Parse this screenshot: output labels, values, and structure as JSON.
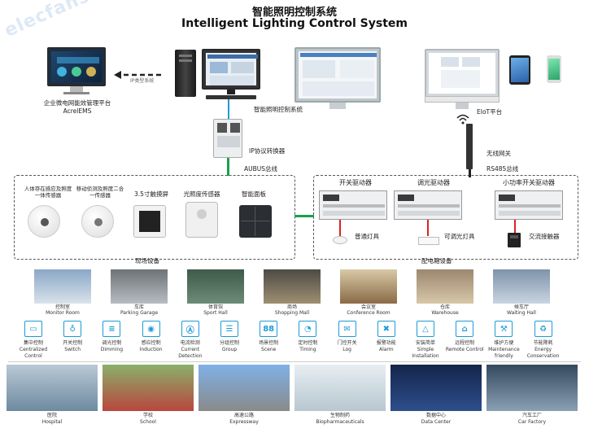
{
  "watermark": "elecfans.com",
  "title_cn": "智能照明控制系统",
  "title_en": "Intelligent Lighting Control System",
  "top": {
    "ems_label_cn": "企业微电网能效管理平台",
    "ems_label_en": "AcrelEMS",
    "arrow_label": "IP类型系统",
    "lighting_sw": "智能照明控制系统",
    "eiot": "EIoT平台",
    "ip_gateway": "IP协议转换器",
    "gateway": "无线网关",
    "aubus": "AUBUS总线",
    "rs485": "RS485总线"
  },
  "field": {
    "label": "现场设备",
    "devices": [
      {
        "name": "人体存在感应及照度一体传感器"
      },
      {
        "name": "移动侦测及照度二合一传感器"
      },
      {
        "name": "3.5寸触摸屏"
      },
      {
        "name": "光照度传感器"
      },
      {
        "name": "智能面板"
      }
    ]
  },
  "control": {
    "label": "配电箱设备",
    "modules": [
      {
        "name": "开关驱动器"
      },
      {
        "name": "调光驱动器"
      },
      {
        "name": "小功率开关驱动器"
      }
    ],
    "loads": [
      {
        "name": "普通灯具"
      },
      {
        "name": "可调光灯具"
      },
      {
        "name": "交流接触器"
      }
    ]
  },
  "scenes": [
    {
      "cn": "控制室",
      "en": "Monitor Room"
    },
    {
      "cn": "车库",
      "en": "Parking Garage"
    },
    {
      "cn": "体育馆",
      "en": "Sport Hall"
    },
    {
      "cn": "商场",
      "en": "Shopping Mall"
    },
    {
      "cn": "会议室",
      "en": "Conference Room"
    },
    {
      "cn": "仓库",
      "en": "Warehouse"
    },
    {
      "cn": "候车厅",
      "en": "Waiting Hall"
    }
  ],
  "features": [
    {
      "cn": "集中控制",
      "en": "Centralized Control",
      "icon": "monitor-icon",
      "glyph": "▭"
    },
    {
      "cn": "开关控制",
      "en": "Switch",
      "icon": "bulb-icon",
      "glyph": "♁"
    },
    {
      "cn": "调光控制",
      "en": "Dimming",
      "icon": "slider-icon",
      "glyph": "≡"
    },
    {
      "cn": "感应控制",
      "en": "Induction",
      "icon": "sensor-icon",
      "glyph": "◉"
    },
    {
      "cn": "电流检测",
      "en": "Current Detection",
      "icon": "ammeter-icon",
      "glyph": "Ⓐ"
    },
    {
      "cn": "分组控制",
      "en": "Group",
      "icon": "group-icon",
      "glyph": "☰"
    },
    {
      "cn": "场景控制",
      "en": "Scene",
      "icon": "scene-icon",
      "glyph": "88"
    },
    {
      "cn": "定时控制",
      "en": "Timing",
      "icon": "clock-icon",
      "glyph": "◔"
    },
    {
      "cn": "门控开关",
      "en": "Log",
      "icon": "log-icon",
      "glyph": "✉"
    },
    {
      "cn": "报警功能",
      "en": "Alarm",
      "icon": "alarm-icon",
      "glyph": "✖"
    },
    {
      "cn": "安装简单",
      "en": "Simple Installation",
      "icon": "install-icon",
      "glyph": "△"
    },
    {
      "cn": "远程控制",
      "en": "Remote Control",
      "icon": "remote-icon",
      "glyph": "⌂"
    },
    {
      "cn": "维护方便",
      "en": "Maintenance friendly",
      "icon": "tools-icon",
      "glyph": "⚒"
    },
    {
      "cn": "节能降耗",
      "en": "Energy Conservation",
      "icon": "recycle-icon",
      "glyph": "♻"
    }
  ],
  "industries": [
    {
      "cn": "医院",
      "en": "Hospital"
    },
    {
      "cn": "学校",
      "en": "School"
    },
    {
      "cn": "高速公路",
      "en": "Expressway"
    },
    {
      "cn": "生物制药",
      "en": "Biopharmaceuticals"
    },
    {
      "cn": "数据中心",
      "en": "Data Center"
    },
    {
      "cn": "汽车工厂",
      "en": "Car Factory"
    }
  ]
}
